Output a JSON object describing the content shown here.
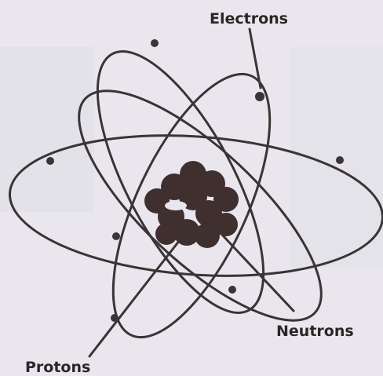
{
  "labels": {
    "electrons": "Electrons",
    "neutrons": "Neutrons",
    "protons": "Protons"
  },
  "colors": {
    "background": "#e9e7ed",
    "ink": "#3b3334",
    "nucleus": "#3f2f2f"
  }
}
